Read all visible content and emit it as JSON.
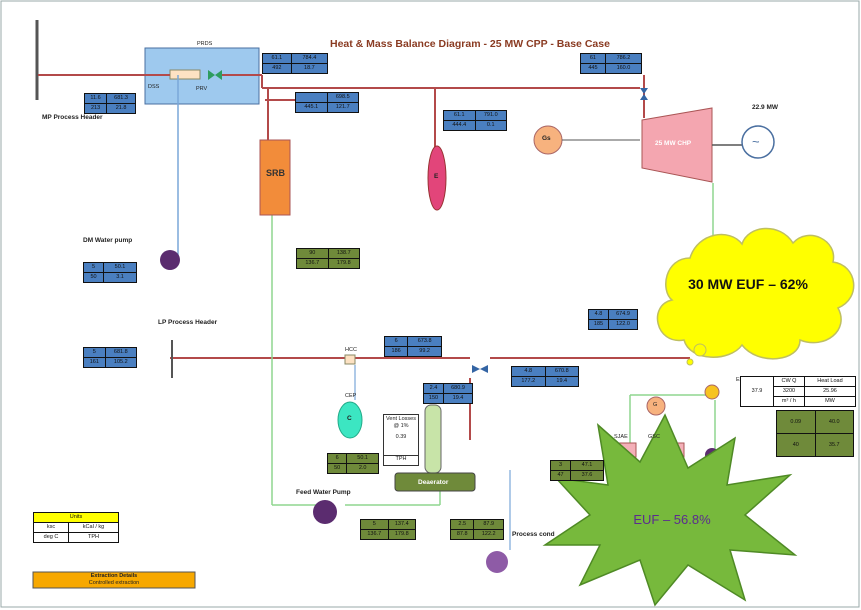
{
  "diagram": {
    "title": "Heat & Mass Balance Diagram - 25 MW CPP - Base Case",
    "power_output": "22.9  MW",
    "components": {
      "prds": "PRDS",
      "dss": "DSS",
      "prv": "PRV",
      "srb": "SRB",
      "e": "E",
      "gs": "Gs",
      "turbine": "25 MW CHP",
      "generator": "~",
      "mp_header": "MP Process Header",
      "dm_pump": "DM Water pump",
      "lp_header": "LP Process Header",
      "hcc": "HCC",
      "cep": "CEP",
      "c": "C",
      "deaerator": "Deaerator",
      "fw_pump": "Feed Water Pump",
      "process_cond": "Process cond",
      "g": "G",
      "sjae": "SJAE",
      "gsc": "GSC"
    },
    "vent_loss": {
      "label": "Vent Losses @ 1%",
      "value": "0.39",
      "unit": "TPH"
    },
    "value_boxes": {
      "prds_out": [
        [
          "61.1",
          "784.4"
        ],
        [
          "492",
          "18.7"
        ]
      ],
      "mp_header": [
        [
          "11.6",
          "681.3"
        ],
        [
          "213",
          "21.8"
        ]
      ],
      "srb_top": [
        [
          "",
          "698.5"
        ],
        [
          "445.1",
          "121.7"
        ]
      ],
      "main_steam": [
        [
          "61",
          "786.2"
        ],
        [
          "445",
          "160.0"
        ]
      ],
      "e_box": [
        [
          "61.1",
          "791.0"
        ],
        [
          "444.4",
          "0.1"
        ]
      ],
      "dm_pump": [
        [
          "5",
          "50.1"
        ],
        [
          "50",
          "3.1"
        ]
      ],
      "mid_green": [
        [
          "90",
          "138.7"
        ],
        [
          "136.7",
          "179.8"
        ]
      ],
      "lp_header": [
        [
          "5",
          "681.8"
        ],
        [
          "161",
          "105.2"
        ]
      ],
      "hcc_box": [
        [
          "6",
          "673.8"
        ],
        [
          "186",
          "99.2"
        ]
      ],
      "ext_right": [
        [
          "4.8",
          "674.9"
        ],
        [
          "185",
          "122.0"
        ]
      ],
      "deaer_in": [
        [
          "2.4",
          "680.9"
        ],
        [
          "150",
          "19.4"
        ]
      ],
      "ext_mid": [
        [
          "4.8",
          "670.8"
        ],
        [
          "177.2",
          "19.4"
        ]
      ],
      "cep_box": [
        [
          "6",
          "50.1"
        ],
        [
          "50",
          "2.0"
        ]
      ],
      "sjae_box": [
        [
          "3",
          "47.1"
        ],
        [
          "47",
          "37.6"
        ]
      ],
      "fwp_out": [
        [
          "5",
          "137.4"
        ],
        [
          "136.7",
          "179.8"
        ]
      ],
      "pc_box": [
        [
          "2.5",
          "87.9"
        ],
        [
          "87.8",
          "122.2"
        ]
      ],
      "cond_green": [
        [
          "0.09",
          "40.0"
        ],
        [
          "40",
          "35.7"
        ]
      ]
    },
    "condenser_table": {
      "left_label": "37.9",
      "header": [
        "CW Q",
        "Heat Load"
      ],
      "row1": [
        "3200",
        "25.96"
      ],
      "row2": [
        "m³ / h",
        "MW"
      ],
      "top_label": "Ex Wtr"
    },
    "units_legend": {
      "title": "Units",
      "row1": [
        "ksc",
        "kCal / kg"
      ],
      "row2": [
        "deg C",
        "TPH"
      ]
    },
    "extraction": {
      "title": "Extraction Details",
      "subtitle": "Controlled extraction"
    },
    "callouts": {
      "cloud": "30 MW EUF – 62%",
      "star": "EUF – 56.8%"
    },
    "colors": {
      "steam_line": "#b34a4a",
      "water_line": "#8fd68f",
      "blue_box": "#4a7fc0",
      "green_box": "#6f8a3a",
      "cloud": "#ffff00",
      "star": "#77b93c",
      "srb": "#f28c3a",
      "turbine": "#f4a6b0"
    }
  }
}
